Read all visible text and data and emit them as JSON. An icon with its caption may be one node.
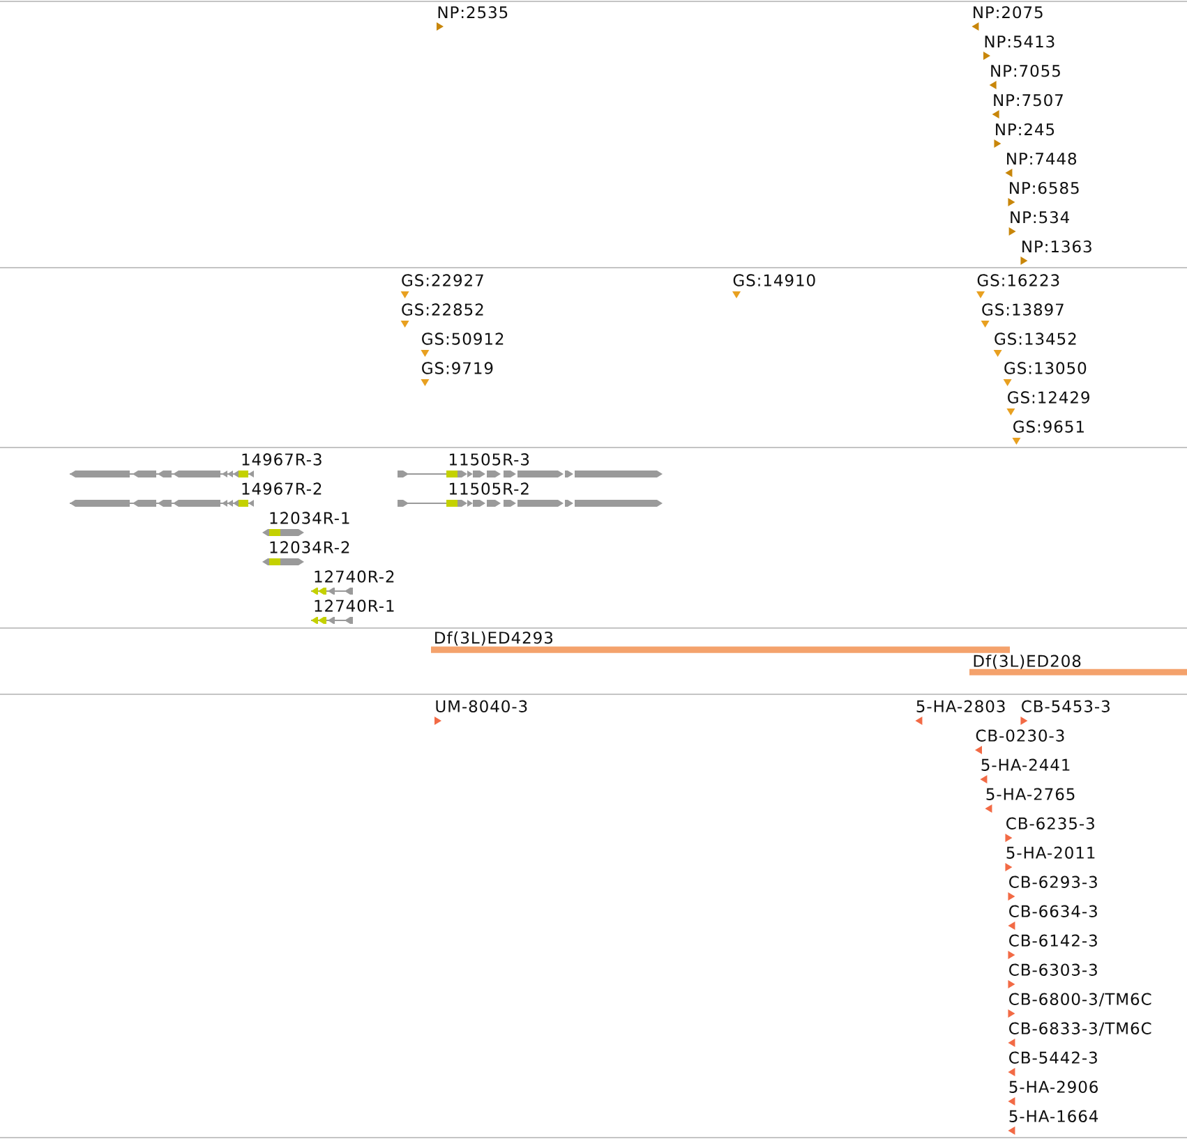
{
  "diagram": {
    "labels": [
      "NP:2535",
      "NP:2075",
      "NP:5413",
      "NP:7055",
      "NP:7507",
      "NP:245",
      "NP:7448",
      "NP:6585",
      "NP:534",
      "NP:1363",
      "GS:22927",
      "GS:14910",
      "GS:16223",
      "GS:22852",
      "GS:13897",
      "GS:50912",
      "GS:13452",
      "GS:9719",
      "GS:13050",
      "GS:12429",
      "GS:9651",
      "14967R-3",
      "11505R-3",
      "14967R-2",
      "11505R-2",
      "12034R-1",
      "12034R-2",
      "12740R-2",
      "12740R-1",
      "Df(3L)ED4293",
      "Df(3L)ED208",
      "UM-8040-3",
      "5-HA-2803",
      "CB-5453-3",
      "CB-0230-3",
      "5-HA-2441",
      "5-HA-2765",
      "CB-6235-3",
      "5-HA-2011",
      "CB-6293-3",
      "CB-6634-3",
      "CB-6142-3",
      "CB-6303-3",
      "CB-6800-3/TM6C",
      "CB-6833-3/TM6C",
      "CB-5442-3",
      "5-HA-2906",
      "5-HA-1664"
    ]
  }
}
